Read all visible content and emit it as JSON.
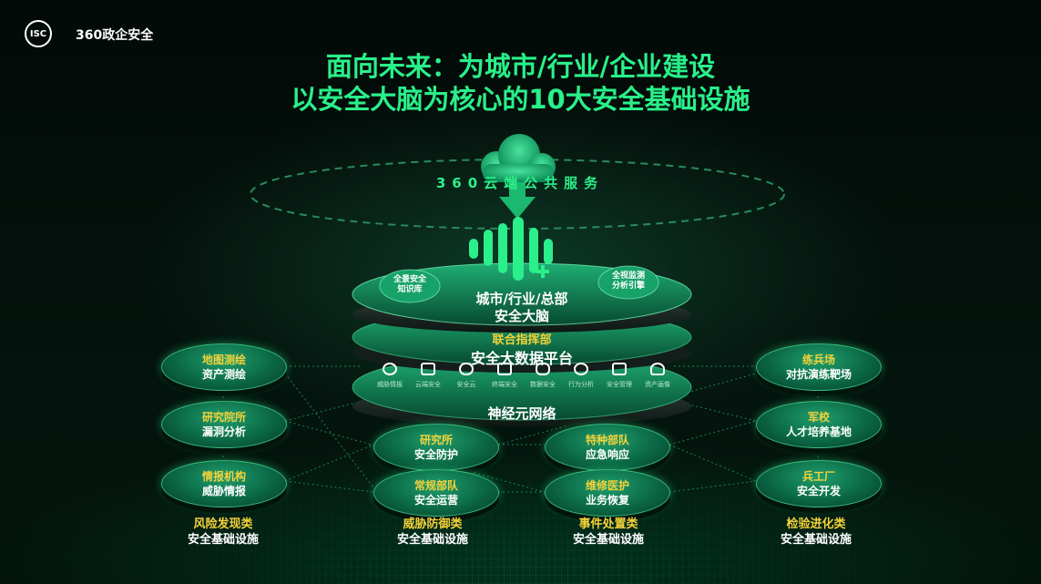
{
  "header": {
    "logo_isc": "ISC",
    "logo_360": "360政企安全"
  },
  "title": {
    "line1": "面向未来：为城市/行业/企业建设",
    "line2": "以安全大脑为核心的10大安全基础设施"
  },
  "cloud": {
    "label": "360云端公共服务"
  },
  "brain": {
    "line1": "城市/行业/总部",
    "line2": "安全大脑",
    "left_bubble_1": "全景安全",
    "left_bubble_2": "知识库",
    "right_bubble_1": "全视监测",
    "right_bubble_2": "分析引擎"
  },
  "middle": {
    "command": "联合指挥部",
    "platform": "安全大数据平台"
  },
  "bottom": {
    "network": "神经元网络"
  },
  "platform_icons": [
    {
      "name": "globe-icon",
      "label": "威胁情报"
    },
    {
      "name": "shield-icon",
      "label": "云端安全"
    },
    {
      "name": "cloud-icon",
      "label": "安全云"
    },
    {
      "name": "monitor-icon",
      "label": "终端安全"
    },
    {
      "name": "database-icon",
      "label": "数据安全"
    },
    {
      "name": "people-icon",
      "label": "行为分析"
    },
    {
      "name": "document-icon",
      "label": "安全管理"
    },
    {
      "name": "user-icon",
      "label": "资产画像"
    }
  ],
  "nodes": {
    "map": {
      "a": "地图测绘",
      "b": "资产测绘"
    },
    "research_inst": {
      "a": "研究院所",
      "b": "漏洞分析"
    },
    "intel": {
      "a": "情报机构",
      "b": "威胁情报"
    },
    "lab": {
      "a": "研究所",
      "b": "安全防护"
    },
    "regular": {
      "a": "常规部队",
      "b": "安全运营"
    },
    "special": {
      "a": "特种部队",
      "b": "应急响应"
    },
    "medic": {
      "a": "维修医护",
      "b": "业务恢复"
    },
    "range": {
      "a": "练兵场",
      "b": "对抗演练靶场"
    },
    "academy": {
      "a": "军校",
      "b": "人才培养基地"
    },
    "arsenal": {
      "a": "兵工厂",
      "b": "安全开发"
    }
  },
  "categories": [
    {
      "a": "风险发现类",
      "b": "安全基础设施"
    },
    {
      "a": "威胁防御类",
      "b": "安全基础设施"
    },
    {
      "a": "事件处置类",
      "b": "安全基础设施"
    },
    {
      "a": "检验进化类",
      "b": "安全基础设施"
    }
  ],
  "colors": {
    "accent": "#29f08a",
    "yellow": "#f4d23a",
    "disk": "#0b6846"
  }
}
